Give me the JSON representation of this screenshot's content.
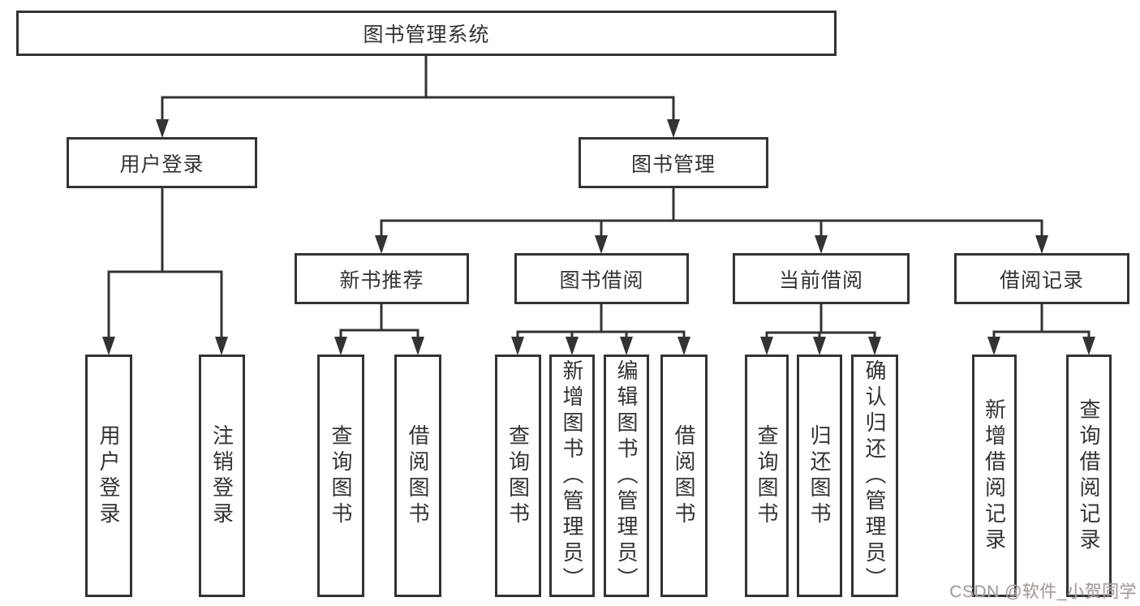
{
  "tree": {
    "label": "图书管理系统",
    "children": [
      {
        "label": "用户登录",
        "children": [
          {
            "label": "用户登录"
          },
          {
            "label": "注销登录"
          }
        ]
      },
      {
        "label": "图书管理",
        "children": [
          {
            "label": "新书推荐",
            "children": [
              {
                "label": "查询图书"
              },
              {
                "label": "借阅图书"
              }
            ]
          },
          {
            "label": "图书借阅",
            "children": [
              {
                "label": "查询图书"
              },
              {
                "label": "新增图书（管理员）"
              },
              {
                "label": "编辑图书（管理员）"
              },
              {
                "label": "借阅图书"
              }
            ]
          },
          {
            "label": "当前借阅",
            "children": [
              {
                "label": "查询图书"
              },
              {
                "label": "归还图书"
              },
              {
                "label": "确认归还（管理员）"
              }
            ]
          },
          {
            "label": "借阅记录",
            "children": [
              {
                "label": "新增借阅记录"
              },
              {
                "label": "查询借阅记录"
              }
            ]
          }
        ]
      }
    ]
  },
  "watermark": {
    "text": "CSDN @软件_小贺同学"
  },
  "colors": {
    "line": "#333333",
    "box_border": "#333333",
    "box_fill": "#ffffff",
    "text": "#333333",
    "watermark": "#9d9d9d",
    "background": "#ffffff"
  }
}
